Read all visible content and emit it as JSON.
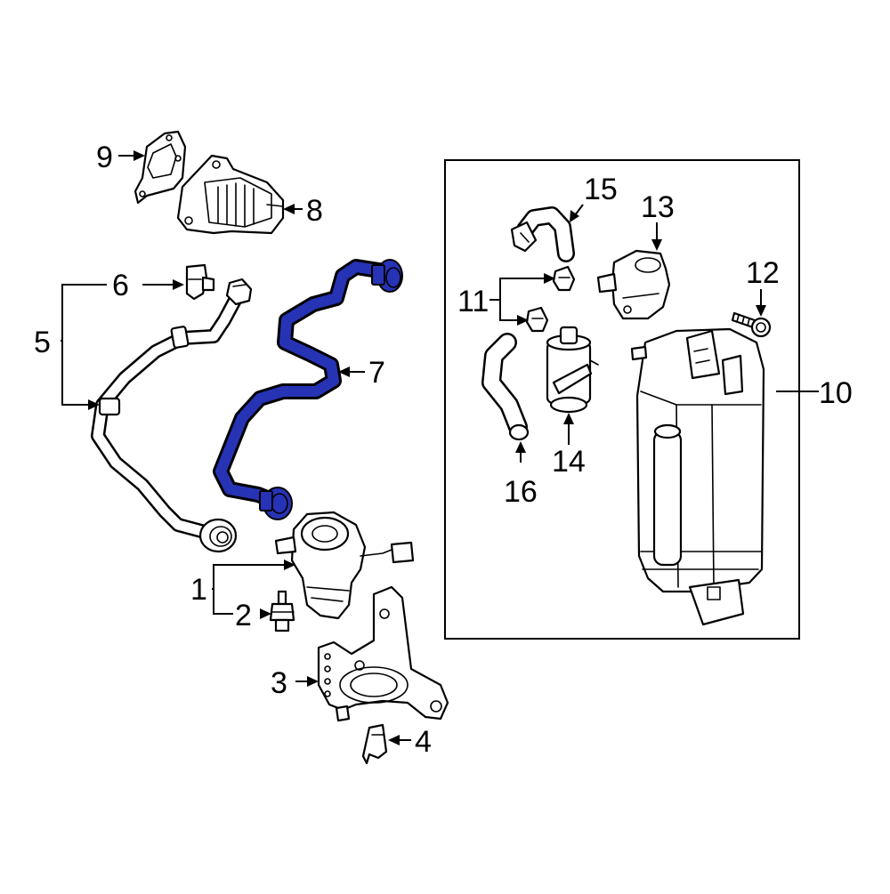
{
  "colors": {
    "highlight": "#2733b5",
    "highlight_dark": "#141a6e",
    "line": "#000000",
    "background": "#ffffff"
  },
  "callouts": {
    "p1": "1",
    "p2": "2",
    "p3": "3",
    "p4": "4",
    "p5": "5",
    "p6": "6",
    "p7": "7",
    "p8": "8",
    "p9": "9",
    "p10": "10",
    "p11": "11",
    "p12": "12",
    "p13": "13",
    "p14": "14",
    "p15": "15",
    "p16": "16"
  }
}
